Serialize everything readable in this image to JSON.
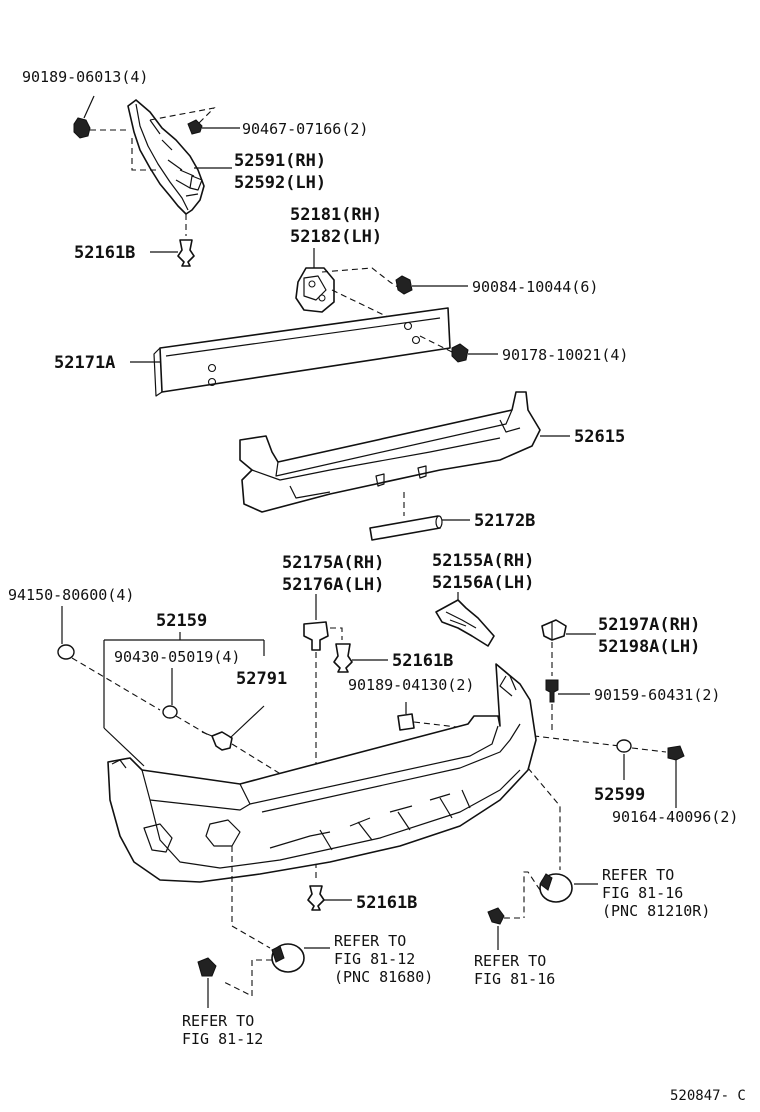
{
  "labels": {
    "p90189_06013": "90189-06013(4)",
    "p90467_07166": "90467-07166(2)",
    "p52591": "52591(RH)",
    "p52592": "52592(LH)",
    "p52161B_top": "52161B",
    "p52181": "52181(RH)",
    "p52182": "52182(LH)",
    "p90084_10044": "90084-10044(6)",
    "p52171A": "52171A",
    "p90178_10021": "90178-10021(4)",
    "p52615": "52615",
    "p52172B": "52172B",
    "p52175A": "52175A(RH)",
    "p52176A": "52176A(LH)",
    "p52155A": "52155A(RH)",
    "p52156A": "52156A(LH)",
    "p94150_80600": "94150-80600(4)",
    "p52159": "52159",
    "p90430_05019": "90430-05019(4)",
    "p52791": "52791",
    "p52161B_mid": "52161B",
    "p52197A": "52197A(RH)",
    "p52198A": "52198A(LH)",
    "p90189_04130": "90189-04130(2)",
    "p90159_60431": "90159-60431(2)",
    "p52599": "52599",
    "p90164_40096": "90164-40096(2)",
    "p52161B_bot": "52161B",
    "ref_81_16_right_1": "REFER TO",
    "ref_81_16_right_2": "FIG 81-16",
    "ref_81_16_right_3": "(PNC 81210R)",
    "ref_81_16_mid_1": "REFER TO",
    "ref_81_16_mid_2": "FIG 81-16",
    "ref_81_12_top_1": "REFER TO",
    "ref_81_12_top_2": "FIG 81-12",
    "ref_81_12_top_3": "(PNC 81680)",
    "ref_81_12_bot_1": "REFER TO",
    "ref_81_12_bot_2": "FIG 81-12",
    "diagram_code": "520847- C"
  }
}
